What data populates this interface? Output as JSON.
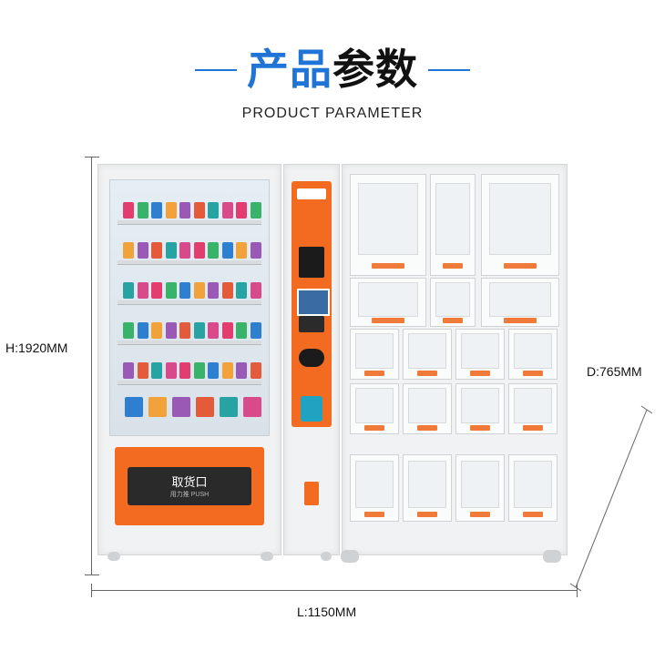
{
  "header": {
    "title_part1": "产品",
    "title_part2": "参数",
    "subtitle": "PRODUCT PARAMETER"
  },
  "dimensions": {
    "height": "H:1920MM",
    "length": "L:1150MM",
    "depth": "D:765MM"
  },
  "machine": {
    "pickup_label": "取货口",
    "pickup_sub": "用力推  PUSH"
  },
  "colors": {
    "accent_blue": "#1f74d6",
    "machine_orange": "#f36a21"
  }
}
